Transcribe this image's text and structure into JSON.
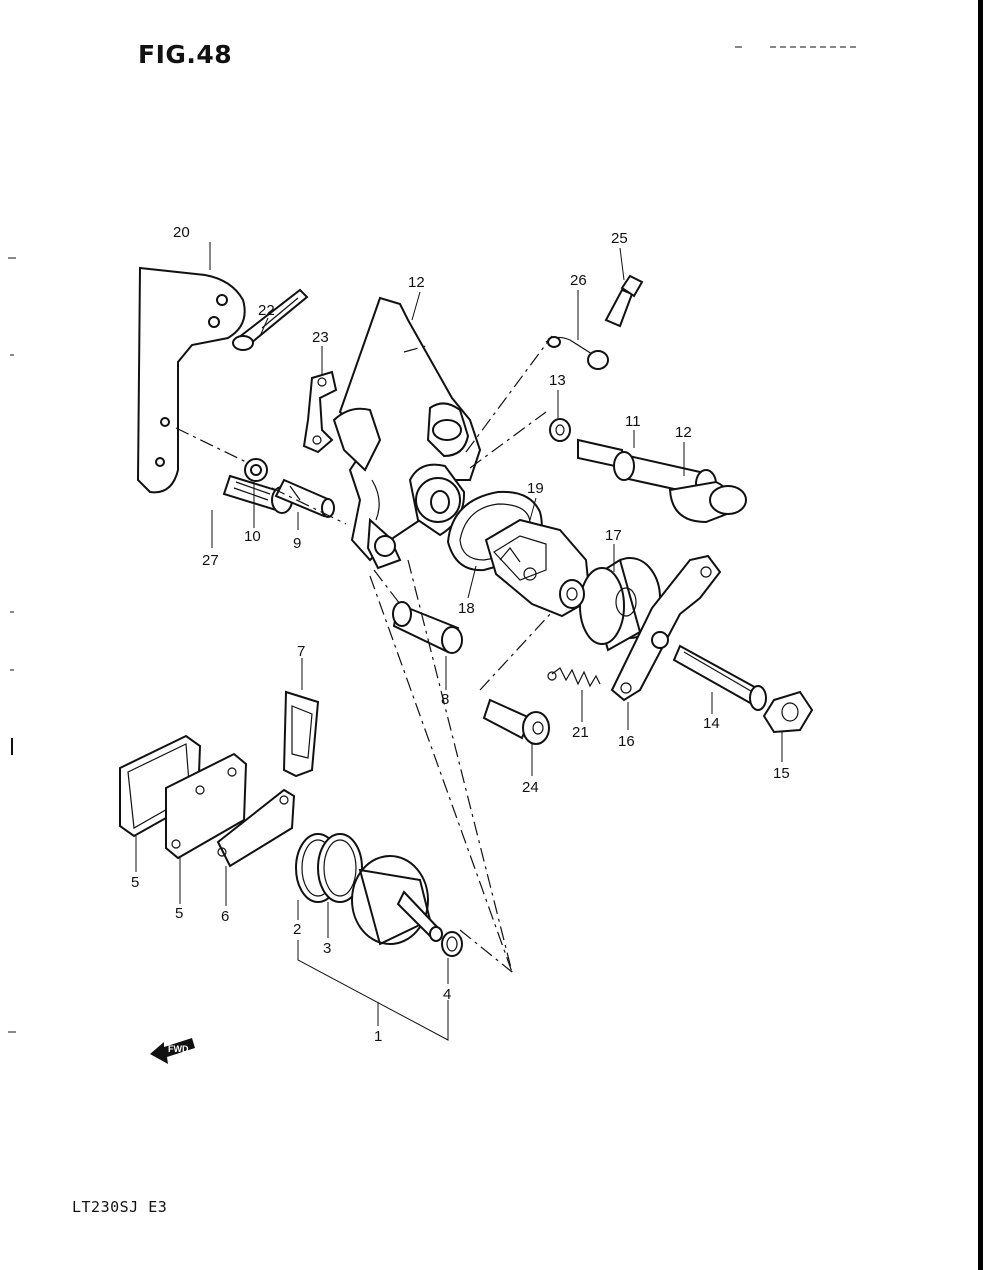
{
  "figure": {
    "title": "FIG.48",
    "model": "LT230SJ E3",
    "fwd_label": "FWD"
  },
  "callouts": [
    {
      "id": "c1",
      "label": "1"
    },
    {
      "id": "c2",
      "label": "2"
    },
    {
      "id": "c3",
      "label": "3"
    },
    {
      "id": "c4",
      "label": "4"
    },
    {
      "id": "c5a",
      "label": "5"
    },
    {
      "id": "c5b",
      "label": "5"
    },
    {
      "id": "c6",
      "label": "6"
    },
    {
      "id": "c7",
      "label": "7"
    },
    {
      "id": "c8",
      "label": "8"
    },
    {
      "id": "c9",
      "label": "9"
    },
    {
      "id": "c10",
      "label": "10"
    },
    {
      "id": "c11",
      "label": "11"
    },
    {
      "id": "c12a",
      "label": "12"
    },
    {
      "id": "c12b",
      "label": "12"
    },
    {
      "id": "c13",
      "label": "13"
    },
    {
      "id": "c14",
      "label": "14"
    },
    {
      "id": "c15",
      "label": "15"
    },
    {
      "id": "c16",
      "label": "16"
    },
    {
      "id": "c17",
      "label": "17"
    },
    {
      "id": "c18",
      "label": "18"
    },
    {
      "id": "c19",
      "label": "19"
    },
    {
      "id": "c20",
      "label": "20"
    },
    {
      "id": "c21",
      "label": "21"
    },
    {
      "id": "c22",
      "label": "22"
    },
    {
      "id": "c23",
      "label": "23"
    },
    {
      "id": "c24",
      "label": "24"
    },
    {
      "id": "c25",
      "label": "25"
    },
    {
      "id": "c26",
      "label": "26"
    },
    {
      "id": "c27",
      "label": "27"
    }
  ]
}
